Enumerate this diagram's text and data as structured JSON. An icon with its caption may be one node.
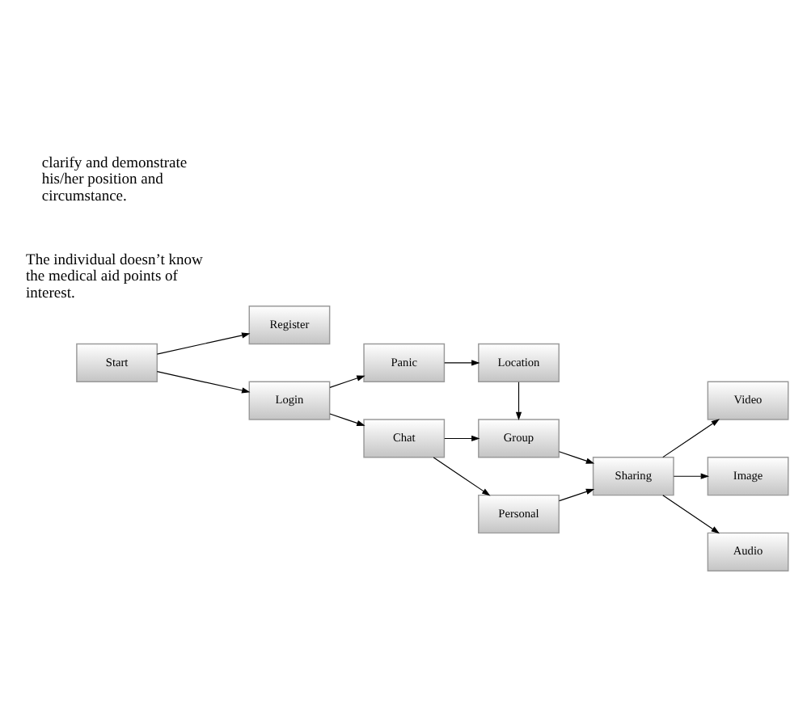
{
  "diagram": {
    "nodes": [
      {
        "text": [
          "Start"
        ]
      },
      {
        "text": [
          "Register"
        ]
      },
      {
        "text": [
          "Login"
        ]
      },
      {
        "text": [
          "Panic"
        ]
      },
      {
        "text": [
          "Location"
        ]
      },
      {
        "text": [
          "Chat"
        ]
      },
      {
        "text": [
          "Group"
        ]
      },
      {
        "text": [
          "Personal"
        ]
      },
      {
        "text": [
          "Sharing"
        ]
      },
      {
        "text": [
          "Video"
        ]
      },
      {
        "text": [
          "Image"
        ]
      },
      {
        "text": [
          "Audio"
        ]
      }
    ],
    "edges": [
      {
        "from": 0,
        "to": 1,
        "arrow": "to"
      },
      {
        "from": 0,
        "to": 2,
        "arrow": "to"
      },
      {
        "from": 2,
        "to": 3,
        "arrow": "to"
      },
      {
        "from": 2,
        "to": 5,
        "arrow": "to"
      },
      {
        "from": 3,
        "to": 4,
        "arrow": "to"
      },
      {
        "from": 4,
        "to": 6,
        "arrow": "to"
      },
      {
        "from": 5,
        "to": 6,
        "arrow": "to"
      },
      {
        "from": 5,
        "to": 7,
        "arrow": "to"
      },
      {
        "from": 6,
        "to": 8,
        "arrow": "to"
      },
      {
        "from": 7,
        "to": 8,
        "arrow": "to"
      },
      {
        "from": 8,
        "to": 9,
        "arrow": "to"
      },
      {
        "from": 8,
        "to": 10,
        "arrow": "to"
      },
      {
        "from": 8,
        "to": 11,
        "arrow": "to"
      }
    ],
    "labels": [
      "clarify and demonstrate his/her position and circumstance.",
      "The individual doesn’t know the medical aid points of interest."
    ]
  }
}
